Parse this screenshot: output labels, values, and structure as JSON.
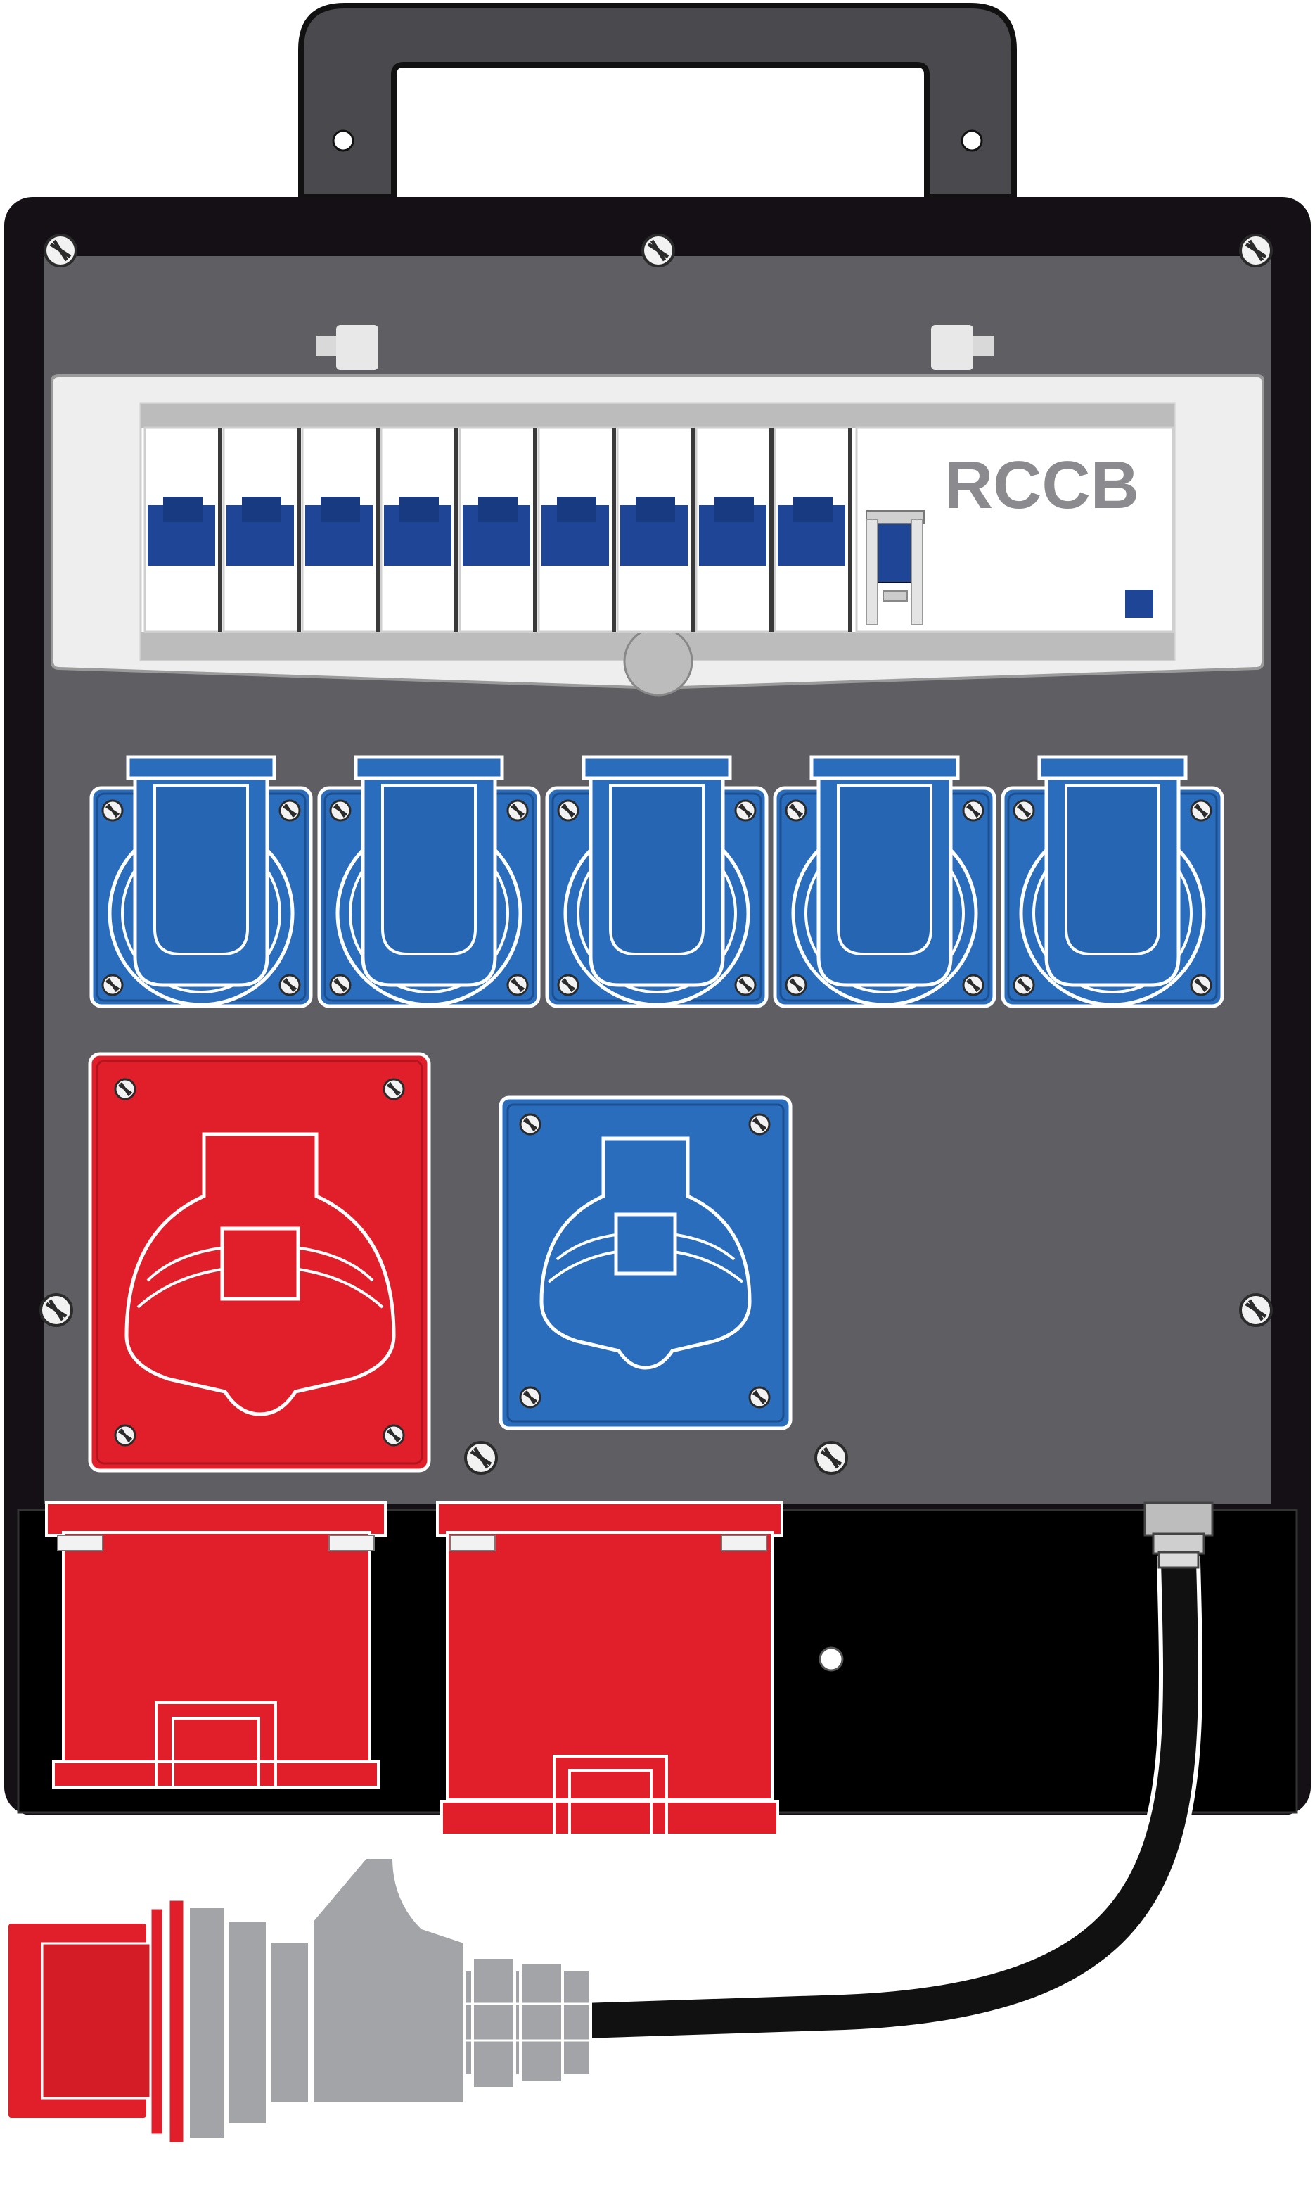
{
  "breaker": {
    "label": "RCCB",
    "mcb_count": 9
  },
  "sockets": {
    "schuko_count": 5,
    "cee_red_count": 1,
    "cee_blue_count": 1,
    "flip_covers_count": 2
  },
  "colors": {
    "housing": "#141016",
    "panel": "#5f5e63",
    "handle": "#4a494e",
    "breaker_body": "#eeeeee",
    "breaker_toggle": "#1f4596",
    "schuko_blue": "#2a6dbd",
    "cee_red": "#e01f2b",
    "plug_grey": "#a3a4a8",
    "label_grey": "#8b8b8f"
  },
  "icons": {
    "screw": "screw-icon",
    "gland": "cable-gland-icon",
    "plug": "cee-plug-icon"
  }
}
